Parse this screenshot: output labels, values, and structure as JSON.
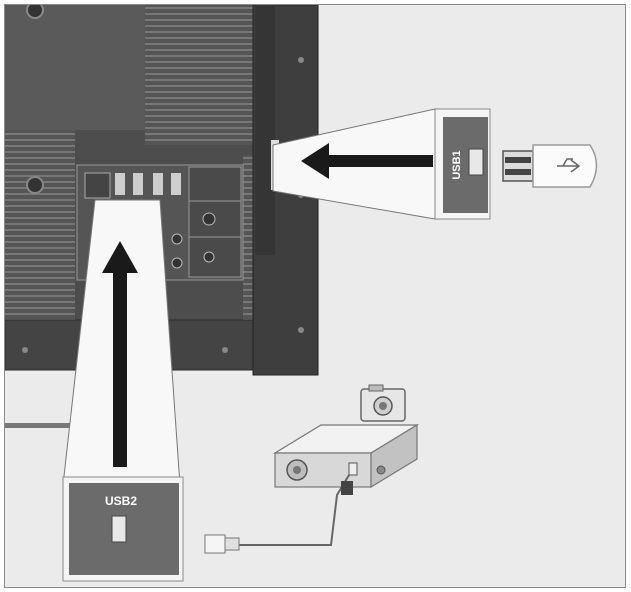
{
  "ports": {
    "usb1_label": "USB1",
    "usb2_label": "USB2"
  },
  "icons": [
    "tv-back-panel",
    "usb-flash-drive-icon",
    "camera-icon",
    "external-hard-drive-icon",
    "usb-plug-icon",
    "arrow-icon"
  ],
  "colors": {
    "background": "#ebebeb",
    "tv_panel": "#4a4a4a",
    "tv_vent": "#6a6a6a",
    "label_box": "#6b6b6b",
    "arrow": "#1a1a1a"
  }
}
